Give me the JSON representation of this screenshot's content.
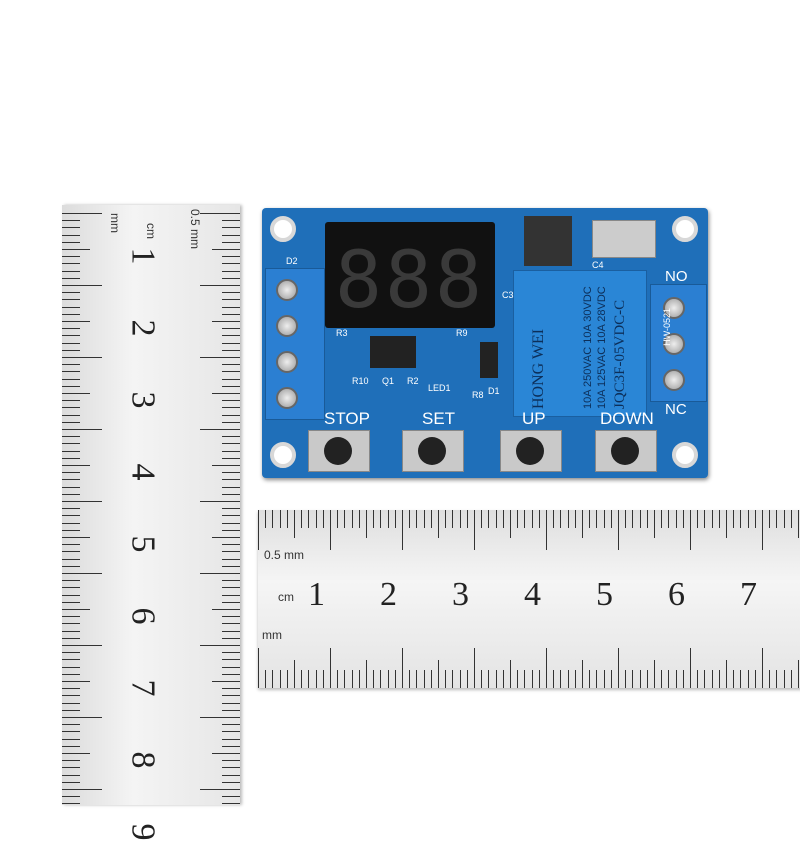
{
  "vertical_ruler": {
    "unit_cm": "cm",
    "unit_mm": "mm",
    "half_mm": "0.5 mm",
    "numbers": [
      "1",
      "2",
      "3",
      "4",
      "5",
      "6",
      "7",
      "8",
      "9"
    ]
  },
  "horizontal_ruler": {
    "unit_cm": "cm",
    "unit_mm": "mm",
    "half_mm": "0.5 mm",
    "numbers": [
      "1",
      "2",
      "3",
      "4",
      "5",
      "6",
      "7"
    ]
  },
  "board": {
    "colors": {
      "pcb": "#1f6fb9",
      "relay": "#2a86d6",
      "display": "#111111"
    },
    "display_digits": [
      "8",
      "8",
      "8"
    ],
    "relay": {
      "brand": "HONG WEI",
      "line1": "10A 250VAC 10A 30VDC",
      "line2": "10A 125VAC 10A 28VDC",
      "model": "JQC3F-05VDC-C"
    },
    "terminal_model": "HW-0521",
    "terminal_labels": {
      "no": "NO",
      "nc": "NC"
    },
    "buttons": [
      {
        "label": "STOP"
      },
      {
        "label": "SET"
      },
      {
        "label": "UP"
      },
      {
        "label": "DOWN"
      }
    ],
    "silkscreen": {
      "d2": "D2",
      "r3": "R3",
      "r9": "R9",
      "r10": "R10",
      "q1": "Q1",
      "r2": "R2",
      "led1": "LED1",
      "r8": "R8",
      "d1": "D1",
      "c3": "C3",
      "c4": "C4"
    }
  }
}
